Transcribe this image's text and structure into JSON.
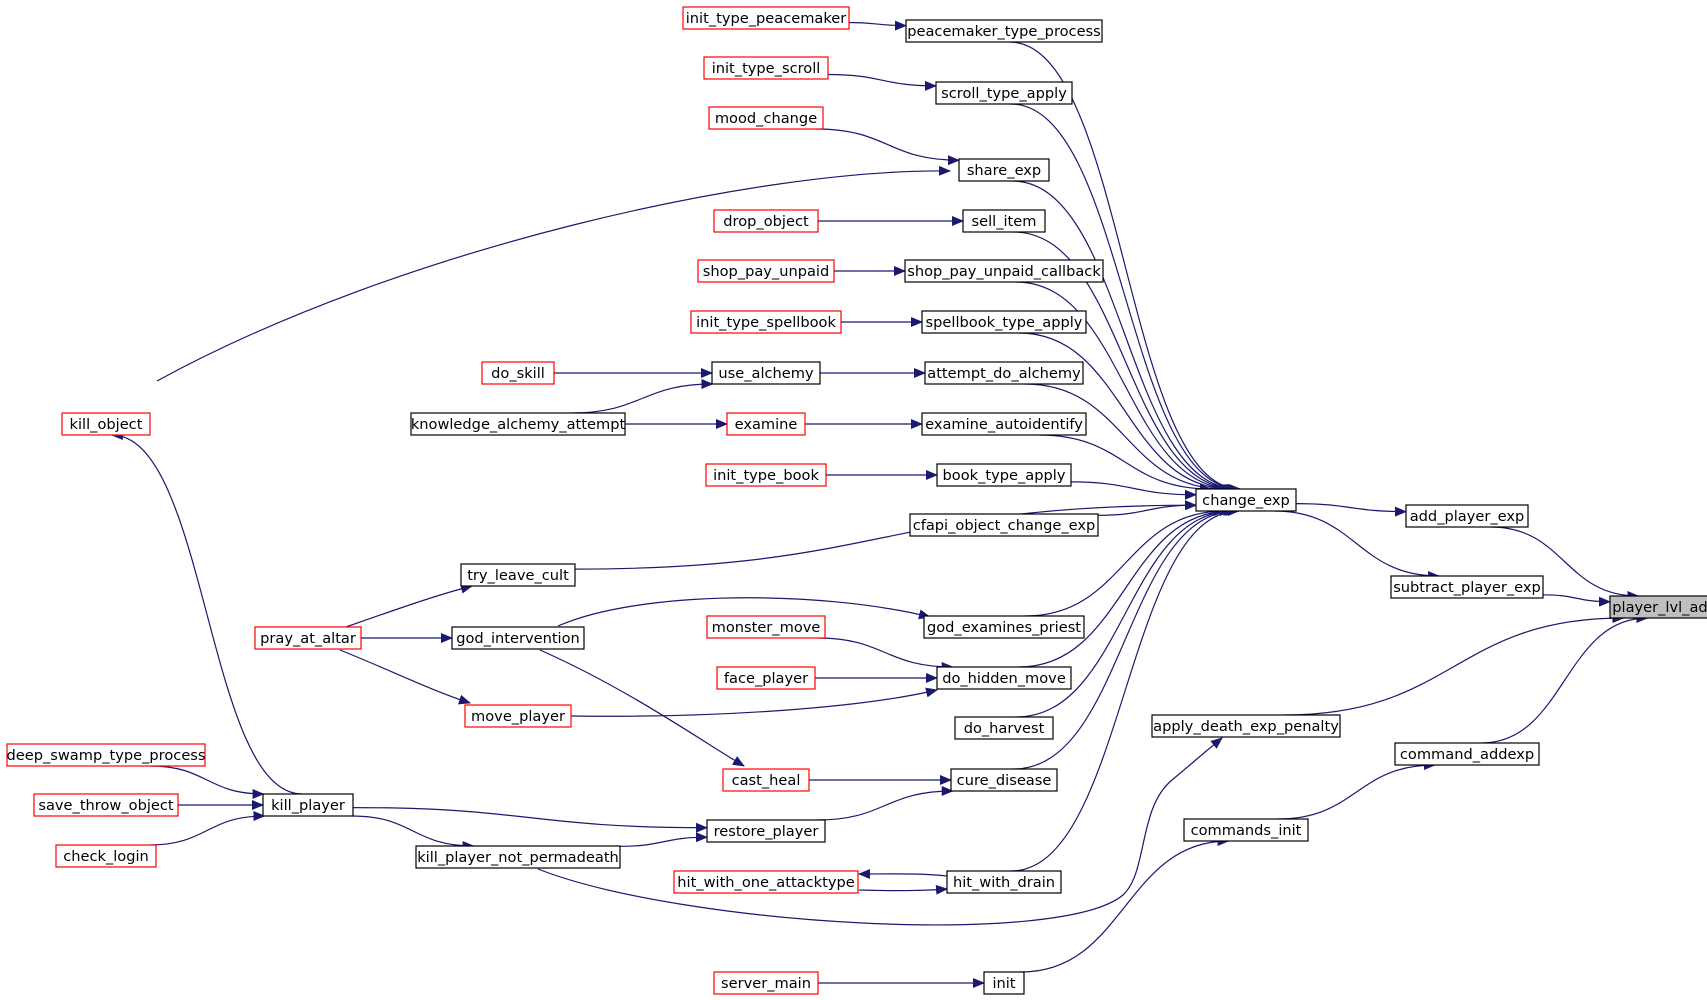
{
  "graph": {
    "edge_color": "#191970",
    "node_colors": {
      "normal": "#000000",
      "truncated": "#ff0000",
      "focus_fill": "#bfbfbf",
      "fill": "#ffffff"
    },
    "nodes": [
      {
        "id": "player_lvl_adj",
        "label": "player_lvl_adj",
        "style": "focus"
      },
      {
        "id": "add_player_exp",
        "label": "add_player_exp",
        "style": "normal"
      },
      {
        "id": "subtract_player_exp",
        "label": "subtract_player_exp",
        "style": "normal"
      },
      {
        "id": "apply_death_exp_penalty",
        "label": "apply_death_exp_penalty",
        "style": "normal"
      },
      {
        "id": "command_addexp",
        "label": "command_addexp",
        "style": "normal"
      },
      {
        "id": "commands_init",
        "label": "commands_init",
        "style": "normal"
      },
      {
        "id": "init",
        "label": "init",
        "style": "normal"
      },
      {
        "id": "server_main",
        "label": "server_main",
        "style": "truncated"
      },
      {
        "id": "change_exp",
        "label": "change_exp",
        "style": "normal"
      },
      {
        "id": "peacemaker_type_process",
        "label": "peacemaker_type_process",
        "style": "normal"
      },
      {
        "id": "init_type_peacemaker",
        "label": "init_type_peacemaker",
        "style": "truncated"
      },
      {
        "id": "scroll_type_apply",
        "label": "scroll_type_apply",
        "style": "normal"
      },
      {
        "id": "init_type_scroll",
        "label": "init_type_scroll",
        "style": "truncated"
      },
      {
        "id": "share_exp",
        "label": "share_exp",
        "style": "normal"
      },
      {
        "id": "mood_change",
        "label": "mood_change",
        "style": "truncated"
      },
      {
        "id": "kill_object",
        "label": "kill_object",
        "style": "truncated"
      },
      {
        "id": "sell_item",
        "label": "sell_item",
        "style": "normal"
      },
      {
        "id": "drop_object",
        "label": "drop_object",
        "style": "truncated"
      },
      {
        "id": "shop_pay_unpaid_callback",
        "label": "shop_pay_unpaid_callback",
        "style": "normal"
      },
      {
        "id": "shop_pay_unpaid",
        "label": "shop_pay_unpaid",
        "style": "truncated"
      },
      {
        "id": "spellbook_type_apply",
        "label": "spellbook_type_apply",
        "style": "normal"
      },
      {
        "id": "init_type_spellbook",
        "label": "init_type_spellbook",
        "style": "truncated"
      },
      {
        "id": "attempt_do_alchemy",
        "label": "attempt_do_alchemy",
        "style": "normal"
      },
      {
        "id": "use_alchemy",
        "label": "use_alchemy",
        "style": "normal"
      },
      {
        "id": "do_skill",
        "label": "do_skill",
        "style": "truncated"
      },
      {
        "id": "knowledge_alchemy_attempt",
        "label": "knowledge_alchemy_attempt",
        "style": "normal"
      },
      {
        "id": "examine_autoidentify",
        "label": "examine_autoidentify",
        "style": "normal"
      },
      {
        "id": "examine",
        "label": "examine",
        "style": "truncated"
      },
      {
        "id": "book_type_apply",
        "label": "book_type_apply",
        "style": "normal"
      },
      {
        "id": "init_type_book",
        "label": "init_type_book",
        "style": "truncated"
      },
      {
        "id": "cfapi_object_change_exp",
        "label": "cfapi_object_change_exp",
        "style": "normal"
      },
      {
        "id": "try_leave_cult",
        "label": "try_leave_cult",
        "style": "normal"
      },
      {
        "id": "pray_at_altar",
        "label": "pray_at_altar",
        "style": "truncated"
      },
      {
        "id": "god_examines_priest",
        "label": "god_examines_priest",
        "style": "normal"
      },
      {
        "id": "god_intervention",
        "label": "god_intervention",
        "style": "normal"
      },
      {
        "id": "do_hidden_move",
        "label": "do_hidden_move",
        "style": "normal"
      },
      {
        "id": "monster_move",
        "label": "monster_move",
        "style": "truncated"
      },
      {
        "id": "face_player",
        "label": "face_player",
        "style": "truncated"
      },
      {
        "id": "move_player",
        "label": "move_player",
        "style": "truncated"
      },
      {
        "id": "do_harvest",
        "label": "do_harvest",
        "style": "normal"
      },
      {
        "id": "cure_disease",
        "label": "cure_disease",
        "style": "normal"
      },
      {
        "id": "cast_heal",
        "label": "cast_heal",
        "style": "truncated"
      },
      {
        "id": "restore_player",
        "label": "restore_player",
        "style": "normal"
      },
      {
        "id": "kill_player",
        "label": "kill_player",
        "style": "normal"
      },
      {
        "id": "kill_player_not_permadeath",
        "label": "kill_player_not_permadeath",
        "style": "normal"
      },
      {
        "id": "deep_swamp_type_process",
        "label": "deep_swamp_type_process",
        "style": "truncated"
      },
      {
        "id": "save_throw_object",
        "label": "save_throw_object",
        "style": "truncated"
      },
      {
        "id": "check_login",
        "label": "check_login",
        "style": "truncated"
      },
      {
        "id": "hit_with_drain",
        "label": "hit_with_drain",
        "style": "normal"
      },
      {
        "id": "hit_with_one_attacktype",
        "label": "hit_with_one_attacktype",
        "style": "truncated"
      }
    ],
    "edges": [
      [
        "add_player_exp",
        "player_lvl_adj"
      ],
      [
        "subtract_player_exp",
        "player_lvl_adj"
      ],
      [
        "apply_death_exp_penalty",
        "player_lvl_adj"
      ],
      [
        "command_addexp",
        "player_lvl_adj"
      ],
      [
        "change_exp",
        "add_player_exp"
      ],
      [
        "change_exp",
        "subtract_player_exp"
      ],
      [
        "kill_player_not_permadeath",
        "apply_death_exp_penalty"
      ],
      [
        "commands_init",
        "command_addexp"
      ],
      [
        "init",
        "commands_init"
      ],
      [
        "server_main",
        "init"
      ],
      [
        "peacemaker_type_process",
        "change_exp"
      ],
      [
        "scroll_type_apply",
        "change_exp"
      ],
      [
        "share_exp",
        "change_exp"
      ],
      [
        "sell_item",
        "change_exp"
      ],
      [
        "shop_pay_unpaid_callback",
        "change_exp"
      ],
      [
        "spellbook_type_apply",
        "change_exp"
      ],
      [
        "attempt_do_alchemy",
        "change_exp"
      ],
      [
        "examine_autoidentify",
        "change_exp"
      ],
      [
        "book_type_apply",
        "change_exp"
      ],
      [
        "cfapi_object_change_exp",
        "change_exp"
      ],
      [
        "try_leave_cult",
        "change_exp"
      ],
      [
        "god_examines_priest",
        "change_exp"
      ],
      [
        "do_hidden_move",
        "change_exp"
      ],
      [
        "do_harvest",
        "change_exp"
      ],
      [
        "cure_disease",
        "change_exp"
      ],
      [
        "hit_with_drain",
        "change_exp"
      ],
      [
        "init_type_peacemaker",
        "peacemaker_type_process"
      ],
      [
        "init_type_scroll",
        "scroll_type_apply"
      ],
      [
        "mood_change",
        "share_exp"
      ],
      [
        "kill_object",
        "share_exp"
      ],
      [
        "drop_object",
        "sell_item"
      ],
      [
        "shop_pay_unpaid",
        "shop_pay_unpaid_callback"
      ],
      [
        "init_type_spellbook",
        "spellbook_type_apply"
      ],
      [
        "use_alchemy",
        "attempt_do_alchemy"
      ],
      [
        "do_skill",
        "use_alchemy"
      ],
      [
        "knowledge_alchemy_attempt",
        "use_alchemy"
      ],
      [
        "examine",
        "examine_autoidentify"
      ],
      [
        "knowledge_alchemy_attempt",
        "examine"
      ],
      [
        "init_type_book",
        "book_type_apply"
      ],
      [
        "pray_at_altar",
        "try_leave_cult"
      ],
      [
        "god_intervention",
        "god_examines_priest"
      ],
      [
        "pray_at_altar",
        "god_intervention"
      ],
      [
        "monster_move",
        "do_hidden_move"
      ],
      [
        "face_player",
        "do_hidden_move"
      ],
      [
        "move_player",
        "do_hidden_move"
      ],
      [
        "pray_at_altar",
        "move_player"
      ],
      [
        "cast_heal",
        "cure_disease"
      ],
      [
        "restore_player",
        "cure_disease"
      ],
      [
        "god_intervention",
        "cast_heal"
      ],
      [
        "kill_player",
        "restore_player"
      ],
      [
        "kill_player_not_permadeath",
        "restore_player"
      ],
      [
        "kill_player",
        "kill_player_not_permadeath"
      ],
      [
        "kill_player",
        "kill_object"
      ],
      [
        "deep_swamp_type_process",
        "kill_player"
      ],
      [
        "save_throw_object",
        "kill_player"
      ],
      [
        "check_login",
        "kill_player"
      ],
      [
        "hit_with_one_attacktype",
        "hit_with_drain"
      ],
      [
        "hit_with_drain",
        "hit_with_one_attacktype"
      ]
    ]
  }
}
